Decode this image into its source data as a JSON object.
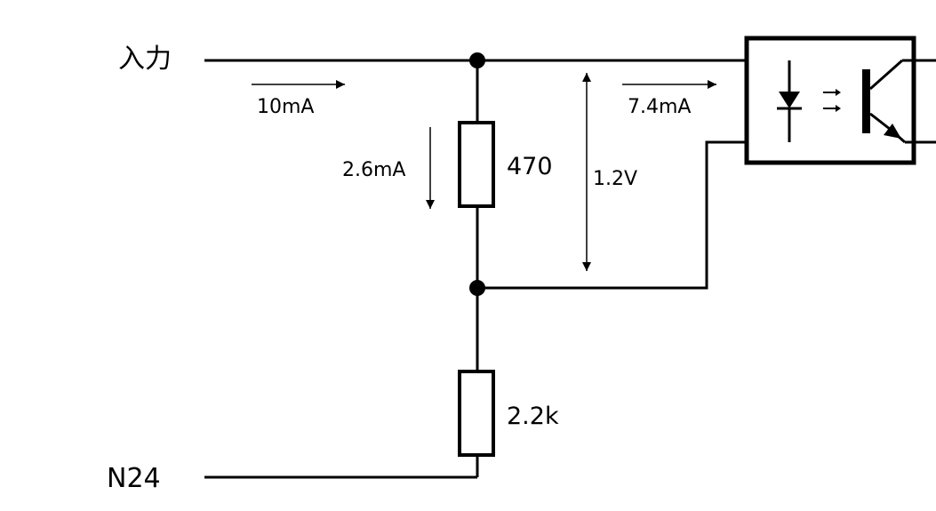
{
  "labels": {
    "input_terminal": "入力",
    "ground_terminal": "N24",
    "input_current": "10mA",
    "resistor_current": "2.6mA",
    "led_current": "7.4mA",
    "led_voltage": "1.2V",
    "r1_value": "470",
    "r2_value": "2.2k"
  },
  "colors": {
    "ink": "#000000",
    "background": "#ffffff"
  },
  "icons": {
    "photocoupler": "optocoupler-icon",
    "led": "led-diode-icon",
    "transistor": "phototransistor-icon"
  }
}
